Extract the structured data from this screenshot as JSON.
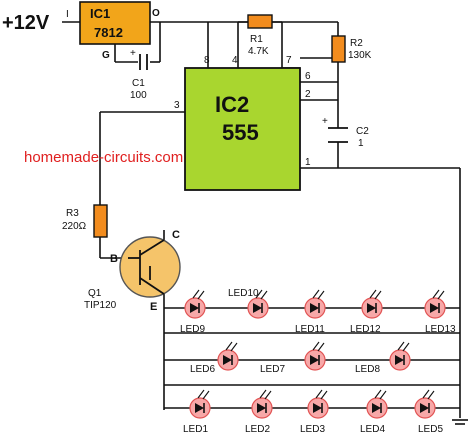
{
  "supply": {
    "label": "+12V",
    "pin_i": "I",
    "pin_o": "O",
    "pin_g": "G"
  },
  "ic1": {
    "name": "IC1",
    "part": "7812"
  },
  "ic2": {
    "name": "IC2",
    "part": "555",
    "pins": {
      "p8": "8",
      "p4": "4",
      "p7": "7",
      "p6": "6",
      "p2": "2",
      "p3": "3",
      "p1": "1"
    }
  },
  "r1": {
    "name": "R1",
    "value": "4.7K"
  },
  "r2": {
    "name": "R2",
    "value": "130K"
  },
  "r3": {
    "name": "R3",
    "value": "220Ω"
  },
  "c1": {
    "name": "C1",
    "value": "100",
    "plus": "+"
  },
  "c2": {
    "name": "C2",
    "value": "1",
    "plus": "+"
  },
  "q1": {
    "name": "Q1",
    "part": "TIP120",
    "pin_b": "B",
    "pin_c": "C",
    "pin_e": "E"
  },
  "watermark": "homemade-circuits.com",
  "leds": {
    "led1": "LED1",
    "led2": "LED2",
    "led3": "LED3",
    "led4": "LED4",
    "led5": "LED5",
    "led6": "LED6",
    "led7": "LED7",
    "led8": "LED8",
    "led9": "LED9",
    "led10": "LED10",
    "led11": "LED11",
    "led12": "LED12",
    "led13": "LED13"
  },
  "colors": {
    "ic1_fill": "#f2a51a",
    "ic2_fill": "#a9d62f",
    "resistor_fill": "#f28c1e",
    "transistor_fill": "#f5c46a",
    "led_fill": "#f7a8a8",
    "led_rim": "#e25555",
    "watermark": "#e02020",
    "wire": "#111111"
  }
}
